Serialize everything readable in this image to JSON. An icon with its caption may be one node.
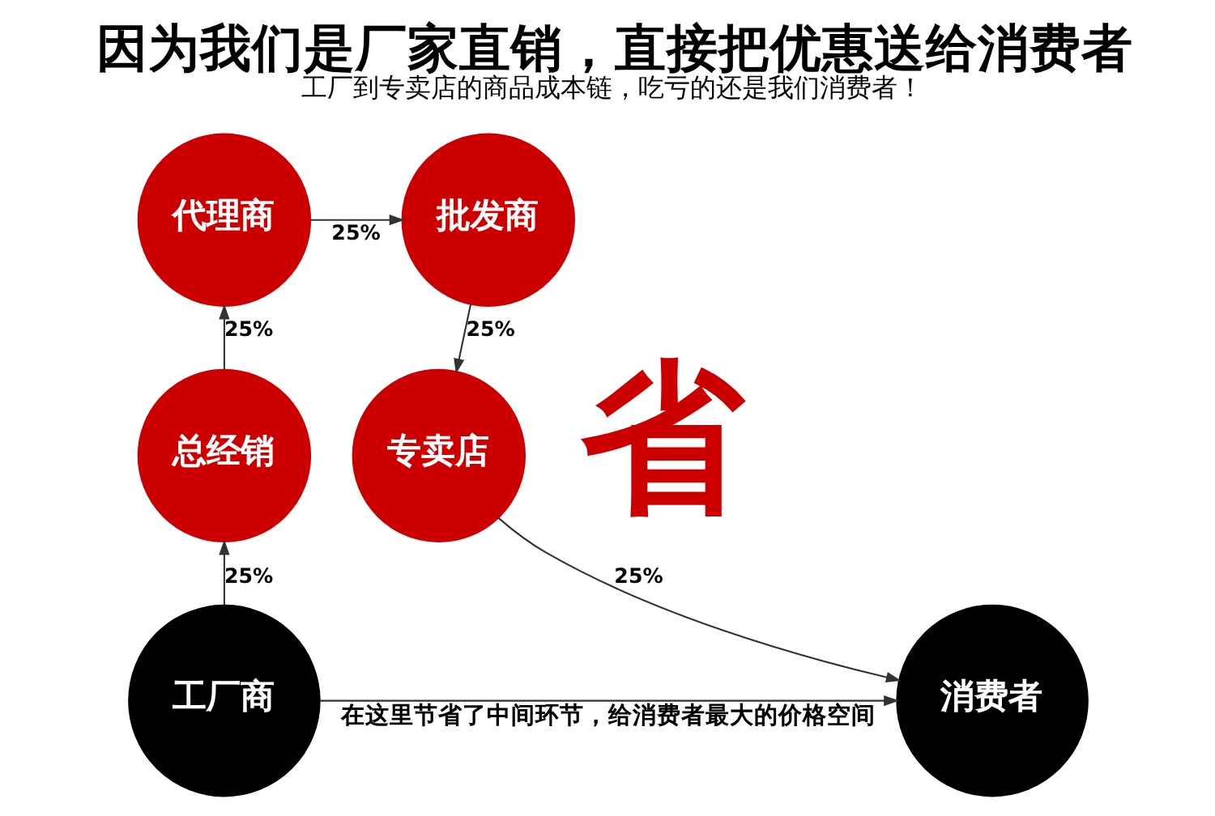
{
  "diagram": {
    "title": "因为我们是厂家直销，直接把优惠送给消费者",
    "caption": "工厂到专卖店的商品成本链，吃亏的还是我们消费者！",
    "nodes": [
      {
        "text": [
          "工厂商"
        ]
      },
      {
        "text": [
          "总经销"
        ]
      },
      {
        "text": [
          "代理商"
        ]
      },
      {
        "text": [
          "批发商"
        ]
      },
      {
        "text": [
          "专卖店"
        ]
      },
      {
        "text": [
          "消费者"
        ]
      }
    ],
    "edges": [
      {
        "from": 0,
        "to": 1,
        "arrow": "to",
        "label": "25%"
      },
      {
        "from": 1,
        "to": 2,
        "arrow": "to",
        "label": "25%"
      },
      {
        "from": 2,
        "to": 3,
        "arrow": "to",
        "label": "25%"
      },
      {
        "from": 3,
        "to": 4,
        "arrow": "to",
        "label": "25%"
      },
      {
        "from": 4,
        "to": 5,
        "arrow": "to",
        "label": "25%"
      },
      {
        "from": 0,
        "to": 5,
        "arrow": "to",
        "label": "在这里节省了中间环节，给消费者最大的价格空间"
      }
    ],
    "labels": [
      "省"
    ]
  }
}
